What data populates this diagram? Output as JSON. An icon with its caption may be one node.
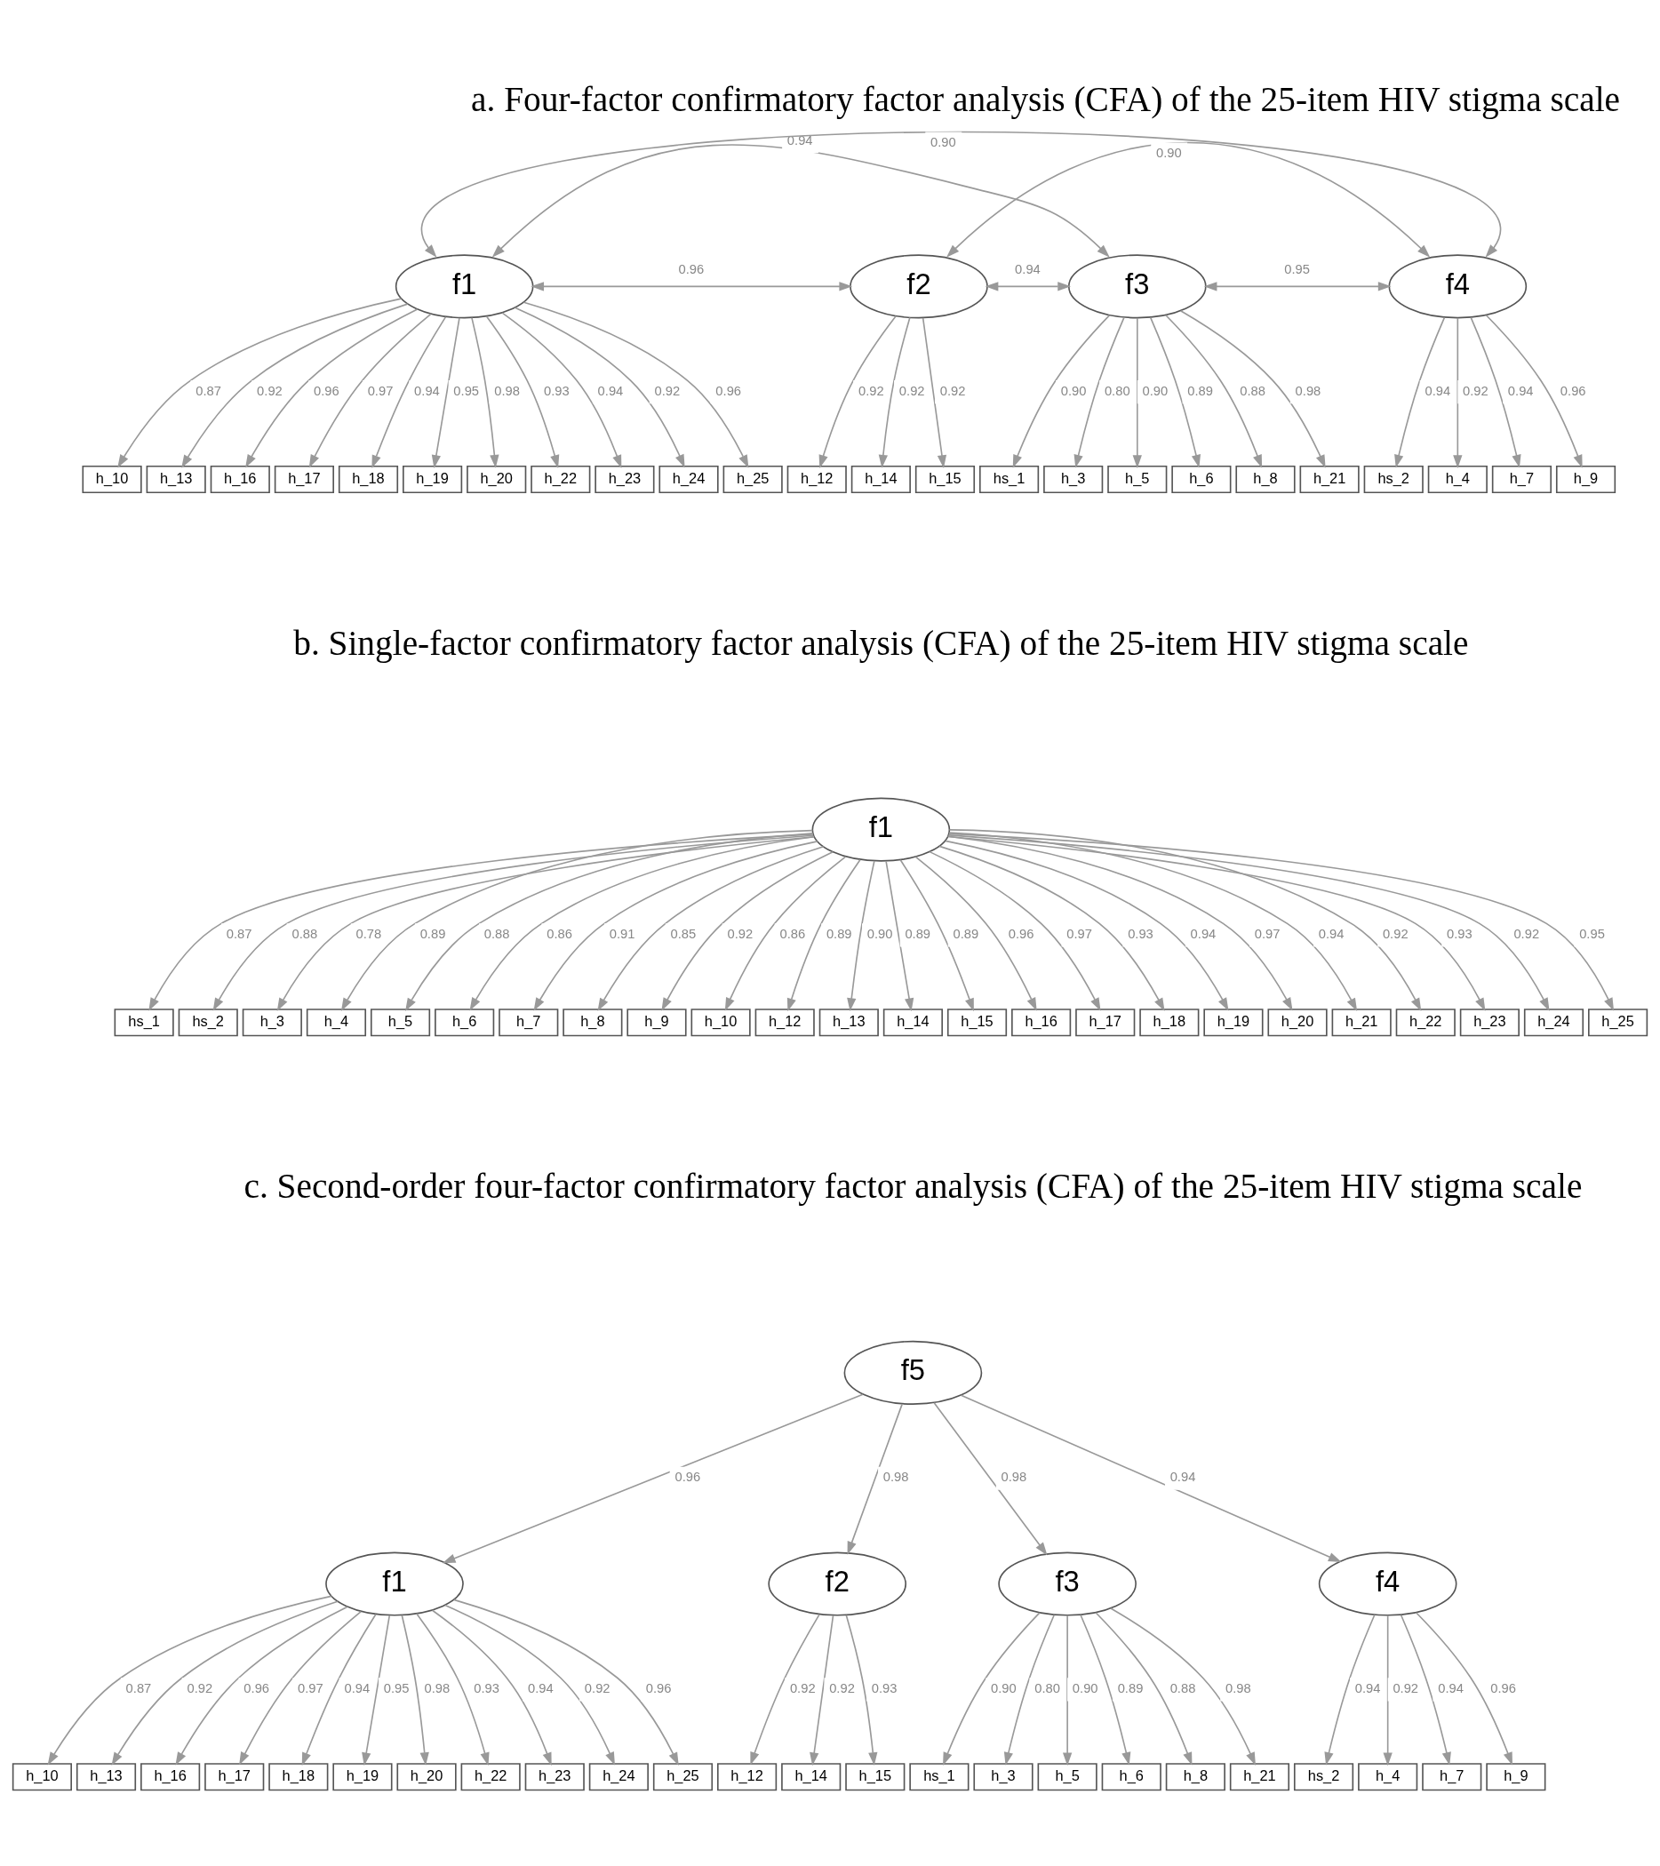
{
  "diagram": {
    "nodes": [
      {
        "text": [
          "f1"
        ]
      },
      {
        "text": [
          "f2"
        ]
      },
      {
        "text": [
          "f3"
        ]
      },
      {
        "text": [
          "f4"
        ]
      },
      {
        "text": [
          "h_10"
        ]
      },
      {
        "text": [
          "h_13"
        ]
      },
      {
        "text": [
          "h_16"
        ]
      },
      {
        "text": [
          "h_17"
        ]
      },
      {
        "text": [
          "h_18"
        ]
      },
      {
        "text": [
          "h_19"
        ]
      },
      {
        "text": [
          "h_20"
        ]
      },
      {
        "text": [
          "h_22"
        ]
      },
      {
        "text": [
          "h_23"
        ]
      },
      {
        "text": [
          "h_24"
        ]
      },
      {
        "text": [
          "h_25"
        ]
      },
      {
        "text": [
          "h_12"
        ]
      },
      {
        "text": [
          "h_14"
        ]
      },
      {
        "text": [
          "h_15"
        ]
      },
      {
        "text": [
          "hs_1"
        ]
      },
      {
        "text": [
          "h_3"
        ]
      },
      {
        "text": [
          "h_5"
        ]
      },
      {
        "text": [
          "h_6"
        ]
      },
      {
        "text": [
          "h_8"
        ]
      },
      {
        "text": [
          "h_21"
        ]
      },
      {
        "text": [
          "hs_2"
        ]
      },
      {
        "text": [
          "h_4"
        ]
      },
      {
        "text": [
          "h_7"
        ]
      },
      {
        "text": [
          "h_9"
        ]
      },
      {
        "text": [
          "f1"
        ]
      },
      {
        "text": [
          "hs_1"
        ]
      },
      {
        "text": [
          "hs_2"
        ]
      },
      {
        "text": [
          "h_3"
        ]
      },
      {
        "text": [
          "h_4"
        ]
      },
      {
        "text": [
          "h_5"
        ]
      },
      {
        "text": [
          "h_6"
        ]
      },
      {
        "text": [
          "h_7"
        ]
      },
      {
        "text": [
          "h_8"
        ]
      },
      {
        "text": [
          "h_9"
        ]
      },
      {
        "text": [
          "h_10"
        ]
      },
      {
        "text": [
          "h_12"
        ]
      },
      {
        "text": [
          "h_13"
        ]
      },
      {
        "text": [
          "h_14"
        ]
      },
      {
        "text": [
          "h_15"
        ]
      },
      {
        "text": [
          "h_16"
        ]
      },
      {
        "text": [
          "h_17"
        ]
      },
      {
        "text": [
          "h_18"
        ]
      },
      {
        "text": [
          "h_19"
        ]
      },
      {
        "text": [
          "h_20"
        ]
      },
      {
        "text": [
          "h_21"
        ]
      },
      {
        "text": [
          "h_22"
        ]
      },
      {
        "text": [
          "h_23"
        ]
      },
      {
        "text": [
          "h_24"
        ]
      },
      {
        "text": [
          "h_25"
        ]
      },
      {
        "text": [
          "f5"
        ]
      },
      {
        "text": [
          "f1"
        ]
      },
      {
        "text": [
          "f2"
        ]
      },
      {
        "text": [
          "f3"
        ]
      },
      {
        "text": [
          "f4"
        ]
      },
      {
        "text": [
          "h_10"
        ]
      },
      {
        "text": [
          "h_13"
        ]
      },
      {
        "text": [
          "h_16"
        ]
      },
      {
        "text": [
          "h_17"
        ]
      },
      {
        "text": [
          "h_18"
        ]
      },
      {
        "text": [
          "h_19"
        ]
      },
      {
        "text": [
          "h_20"
        ]
      },
      {
        "text": [
          "h_22"
        ]
      },
      {
        "text": [
          "h_23"
        ]
      },
      {
        "text": [
          "h_24"
        ]
      },
      {
        "text": [
          "h_25"
        ]
      },
      {
        "text": [
          "h_12"
        ]
      },
      {
        "text": [
          "h_14"
        ]
      },
      {
        "text": [
          "h_15"
        ]
      },
      {
        "text": [
          "hs_1"
        ]
      },
      {
        "text": [
          "h_3"
        ]
      },
      {
        "text": [
          "h_5"
        ]
      },
      {
        "text": [
          "h_6"
        ]
      },
      {
        "text": [
          "h_8"
        ]
      },
      {
        "text": [
          "h_21"
        ]
      },
      {
        "text": [
          "hs_2"
        ]
      },
      {
        "text": [
          "h_4"
        ]
      },
      {
        "text": [
          "h_7"
        ]
      },
      {
        "text": [
          "h_9"
        ]
      }
    ],
    "edges": [
      {
        "from": 0,
        "to": 1,
        "arrow": "both",
        "label": "0.96"
      },
      {
        "from": 0,
        "to": 2,
        "arrow": "both",
        "label": "0.94"
      },
      {
        "from": 0,
        "to": 3,
        "arrow": "both",
        "label": "0.90"
      },
      {
        "from": 1,
        "to": 2,
        "arrow": "both",
        "label": "0.94"
      },
      {
        "from": 1,
        "to": 3,
        "arrow": "both",
        "label": "0.90"
      },
      {
        "from": 2,
        "to": 3,
        "arrow": "both",
        "label": "0.95"
      },
      {
        "from": 0,
        "to": 4,
        "arrow": "to",
        "label": "0.87"
      },
      {
        "from": 0,
        "to": 5,
        "arrow": "to",
        "label": "0.92"
      },
      {
        "from": 0,
        "to": 6,
        "arrow": "to",
        "label": "0.96"
      },
      {
        "from": 0,
        "to": 7,
        "arrow": "to",
        "label": "0.97"
      },
      {
        "from": 0,
        "to": 8,
        "arrow": "to",
        "label": "0.94"
      },
      {
        "from": 0,
        "to": 9,
        "arrow": "to",
        "label": "0.95"
      },
      {
        "from": 0,
        "to": 10,
        "arrow": "to",
        "label": "0.98"
      },
      {
        "from": 0,
        "to": 11,
        "arrow": "to",
        "label": "0.93"
      },
      {
        "from": 0,
        "to": 12,
        "arrow": "to",
        "label": "0.94"
      },
      {
        "from": 0,
        "to": 13,
        "arrow": "to",
        "label": "0.92"
      },
      {
        "from": 0,
        "to": 14,
        "arrow": "to",
        "label": "0.96"
      },
      {
        "from": 1,
        "to": 15,
        "arrow": "to",
        "label": "0.92"
      },
      {
        "from": 1,
        "to": 16,
        "arrow": "to",
        "label": "0.92"
      },
      {
        "from": 1,
        "to": 17,
        "arrow": "to",
        "label": "0.92"
      },
      {
        "from": 2,
        "to": 18,
        "arrow": "to",
        "label": "0.90"
      },
      {
        "from": 2,
        "to": 19,
        "arrow": "to",
        "label": "0.80"
      },
      {
        "from": 2,
        "to": 20,
        "arrow": "to",
        "label": "0.90"
      },
      {
        "from": 2,
        "to": 21,
        "arrow": "to",
        "label": "0.89"
      },
      {
        "from": 2,
        "to": 22,
        "arrow": "to",
        "label": "0.88"
      },
      {
        "from": 2,
        "to": 23,
        "arrow": "to",
        "label": "0.98"
      },
      {
        "from": 3,
        "to": 24,
        "arrow": "to",
        "label": "0.94"
      },
      {
        "from": 3,
        "to": 25,
        "arrow": "to",
        "label": "0.92"
      },
      {
        "from": 3,
        "to": 26,
        "arrow": "to",
        "label": "0.94"
      },
      {
        "from": 3,
        "to": 27,
        "arrow": "to",
        "label": "0.96"
      },
      {
        "from": 28,
        "to": 29,
        "arrow": "to",
        "label": "0.87"
      },
      {
        "from": 28,
        "to": 30,
        "arrow": "to",
        "label": "0.88"
      },
      {
        "from": 28,
        "to": 31,
        "arrow": "to",
        "label": "0.78"
      },
      {
        "from": 28,
        "to": 32,
        "arrow": "to",
        "label": "0.89"
      },
      {
        "from": 28,
        "to": 33,
        "arrow": "to",
        "label": "0.88"
      },
      {
        "from": 28,
        "to": 34,
        "arrow": "to",
        "label": "0.86"
      },
      {
        "from": 28,
        "to": 35,
        "arrow": "to",
        "label": "0.91"
      },
      {
        "from": 28,
        "to": 36,
        "arrow": "to",
        "label": "0.85"
      },
      {
        "from": 28,
        "to": 37,
        "arrow": "to",
        "label": "0.92"
      },
      {
        "from": 28,
        "to": 38,
        "arrow": "to",
        "label": "0.86"
      },
      {
        "from": 28,
        "to": 39,
        "arrow": "to",
        "label": "0.89"
      },
      {
        "from": 28,
        "to": 40,
        "arrow": "to",
        "label": "0.90"
      },
      {
        "from": 28,
        "to": 41,
        "arrow": "to",
        "label": "0.89"
      },
      {
        "from": 28,
        "to": 42,
        "arrow": "to",
        "label": "0.89"
      },
      {
        "from": 28,
        "to": 43,
        "arrow": "to",
        "label": "0.96"
      },
      {
        "from": 28,
        "to": 44,
        "arrow": "to",
        "label": "0.97"
      },
      {
        "from": 28,
        "to": 45,
        "arrow": "to",
        "label": "0.93"
      },
      {
        "from": 28,
        "to": 46,
        "arrow": "to",
        "label": "0.94"
      },
      {
        "from": 28,
        "to": 47,
        "arrow": "to",
        "label": "0.97"
      },
      {
        "from": 28,
        "to": 48,
        "arrow": "to",
        "label": "0.94"
      },
      {
        "from": 28,
        "to": 49,
        "arrow": "to",
        "label": "0.92"
      },
      {
        "from": 28,
        "to": 50,
        "arrow": "to",
        "label": "0.93"
      },
      {
        "from": 28,
        "to": 51,
        "arrow": "to",
        "label": "0.92"
      },
      {
        "from": 28,
        "to": 52,
        "arrow": "to",
        "label": "0.95"
      },
      {
        "from": 53,
        "to": 54,
        "arrow": "to",
        "label": "0.96"
      },
      {
        "from": 53,
        "to": 55,
        "arrow": "to",
        "label": "0.98"
      },
      {
        "from": 53,
        "to": 56,
        "arrow": "to",
        "label": "0.98"
      },
      {
        "from": 53,
        "to": 57,
        "arrow": "to",
        "label": "0.94"
      },
      {
        "from": 54,
        "to": 58,
        "arrow": "to",
        "label": "0.87"
      },
      {
        "from": 54,
        "to": 59,
        "arrow": "to",
        "label": "0.92"
      },
      {
        "from": 54,
        "to": 60,
        "arrow": "to",
        "label": "0.96"
      },
      {
        "from": 54,
        "to": 61,
        "arrow": "to",
        "label": "0.97"
      },
      {
        "from": 54,
        "to": 62,
        "arrow": "to",
        "label": "0.94"
      },
      {
        "from": 54,
        "to": 63,
        "arrow": "to",
        "label": "0.95"
      },
      {
        "from": 54,
        "to": 64,
        "arrow": "to",
        "label": "0.98"
      },
      {
        "from": 54,
        "to": 65,
        "arrow": "to",
        "label": "0.93"
      },
      {
        "from": 54,
        "to": 66,
        "arrow": "to",
        "label": "0.94"
      },
      {
        "from": 54,
        "to": 67,
        "arrow": "to",
        "label": "0.92"
      },
      {
        "from": 54,
        "to": 68,
        "arrow": "to",
        "label": "0.96"
      },
      {
        "from": 55,
        "to": 69,
        "arrow": "to",
        "label": "0.92"
      },
      {
        "from": 55,
        "to": 70,
        "arrow": "to",
        "label": "0.92"
      },
      {
        "from": 55,
        "to": 71,
        "arrow": "to",
        "label": "0.93"
      },
      {
        "from": 56,
        "to": 72,
        "arrow": "to",
        "label": "0.90"
      },
      {
        "from": 56,
        "to": 73,
        "arrow": "to",
        "label": "0.80"
      },
      {
        "from": 56,
        "to": 74,
        "arrow": "to",
        "label": "0.90"
      },
      {
        "from": 56,
        "to": 75,
        "arrow": "to",
        "label": "0.89"
      },
      {
        "from": 56,
        "to": 76,
        "arrow": "to",
        "label": "0.88"
      },
      {
        "from": 56,
        "to": 77,
        "arrow": "to",
        "label": "0.98"
      },
      {
        "from": 57,
        "to": 78,
        "arrow": "to",
        "label": "0.94"
      },
      {
        "from": 57,
        "to": 79,
        "arrow": "to",
        "label": "0.92"
      },
      {
        "from": 57,
        "to": 80,
        "arrow": "to",
        "label": "0.94"
      },
      {
        "from": 57,
        "to": 81,
        "arrow": "to",
        "label": "0.96"
      }
    ],
    "labels": [
      "a. Four-factor confirmatory factor analysis (CFA) of the 25-item HIV stigma scale",
      "b. Single-factor confirmatory factor analysis (CFA) of the 25-item HIV stigma scale",
      "c. Second-order four-factor confirmatory factor analysis (CFA) of the 25-item HIV stigma scale"
    ]
  }
}
